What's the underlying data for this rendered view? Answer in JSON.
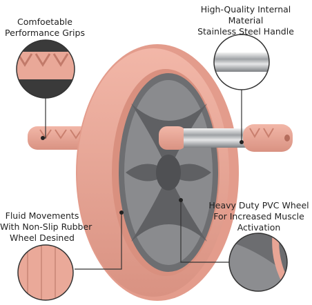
{
  "callouts": {
    "grips": {
      "lines": [
        "Comfoetable",
        "Performance Grips"
      ]
    },
    "handle": {
      "lines": [
        "High-Quality Internal",
        "Material",
        "Stainless Steel Handle"
      ]
    },
    "rubber": {
      "lines": [
        "Fluid Movements",
        "With Non-Slip Rubber",
        "Wheel Desined"
      ]
    },
    "wheel": {
      "lines": [
        "Heavy Duty PVC Wheel",
        "For Increased Muscle",
        "Activation"
      ]
    }
  },
  "colors": {
    "wheel_pink": "#eba595",
    "wheel_pink_dark": "#d98b7a",
    "hub_gray": "#7c7d80",
    "hub_gray_dark": "#5f6063",
    "steel": "#c9cbcd",
    "callout_line": "#333333"
  }
}
